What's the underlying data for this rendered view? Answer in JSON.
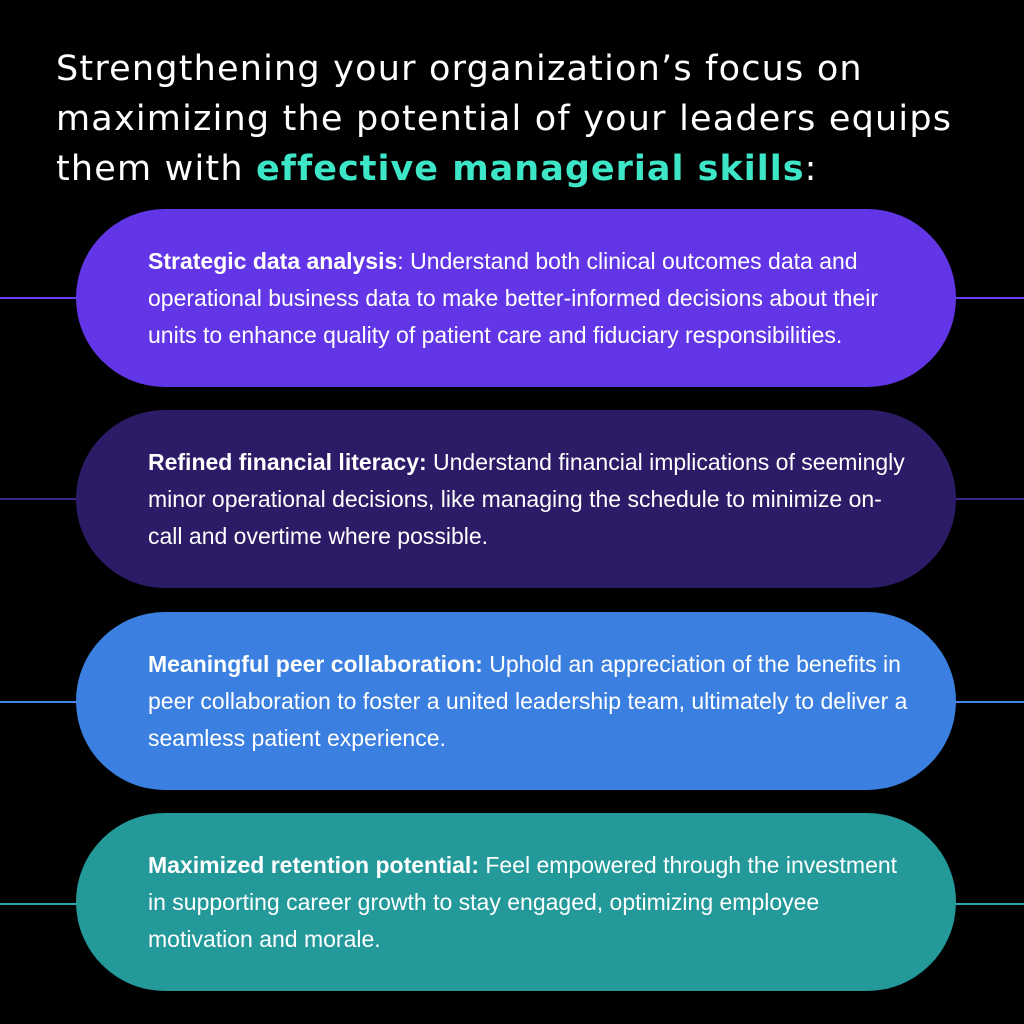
{
  "colors": {
    "background": "#000000",
    "accent_text": "#3ee6c8",
    "card1": "#6236e6",
    "card2": "#2c1b66",
    "card3": "#3b80e0",
    "card4": "#23999a",
    "line1": "#6a3ef0",
    "line2": "#3a2688",
    "line3": "#3f86e6",
    "line4": "#2aa8aa"
  },
  "headline": {
    "part1": "Strengthening your organization’s focus on maximizing the potential of your leaders equips them with ",
    "accent": "effective managerial skills",
    "suffix": ":"
  },
  "items": [
    {
      "title": "Strategic data analysis",
      "sep": ":",
      "body": " Understand both clinical outcomes data and operational business data to make better-informed decisions about their units to enhance quality of patient care and fiduciary responsibilities."
    },
    {
      "title": "Refined financial literacy:",
      "sep": "",
      "body": " Understand financial implications of seemingly minor operational decisions, like managing the schedule to minimize on-call and overtime where possible."
    },
    {
      "title": "Meaningful peer collaboration:",
      "sep": "",
      "body": " Uphold an appreciation of the benefits in peer collaboration to foster a united leadership team, ultimately to deliver a seamless patient experience."
    },
    {
      "title": "Maximized retention potential:",
      "sep": "",
      "body": " Feel empowered through the investment in supporting career growth to stay engaged, optimizing employee motivation and morale."
    }
  ]
}
